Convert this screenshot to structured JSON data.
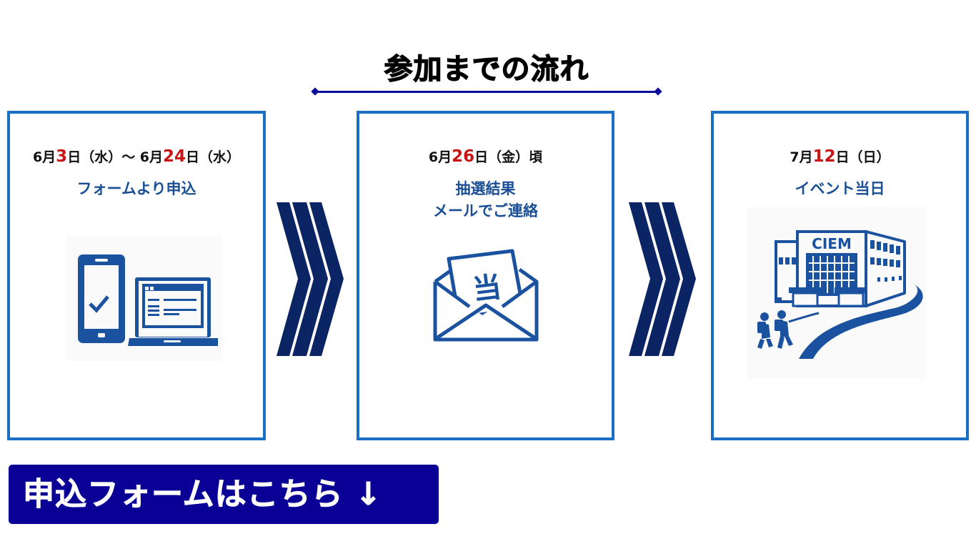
{
  "header": {
    "title": "参加までの流れ",
    "accent_color": "#0a0a9a"
  },
  "steps": [
    {
      "date_parts": [
        "6月",
        "3",
        "日（水）～ 6月",
        "24",
        "日（水）"
      ],
      "label_lines": [
        "フォームより申込"
      ],
      "icon": "phone-laptop-form-icon"
    },
    {
      "date_parts": [
        "6月",
        "26",
        "日（金）頃"
      ],
      "label_lines": [
        "抽選結果",
        "メールでご連絡"
      ],
      "icon": "envelope-letter-icon",
      "letter_glyph": "当"
    },
    {
      "date_parts": [
        "7月",
        "12",
        "日（日）"
      ],
      "label_lines": [
        "イベント当日"
      ],
      "icon": "school-building-icon",
      "building_sign": "CIEM"
    }
  ],
  "arrows": [
    "chevron-right-icon",
    "chevron-right-icon"
  ],
  "cta": {
    "label": "申込フォームはこちら ↓",
    "color": "#0a0096"
  },
  "colors": {
    "card_border": "#1a6fc4",
    "date_highlight": "#c81414",
    "step_text": "#1a4f96",
    "icon": "#1a52a0",
    "chevron": "#0b2463"
  }
}
